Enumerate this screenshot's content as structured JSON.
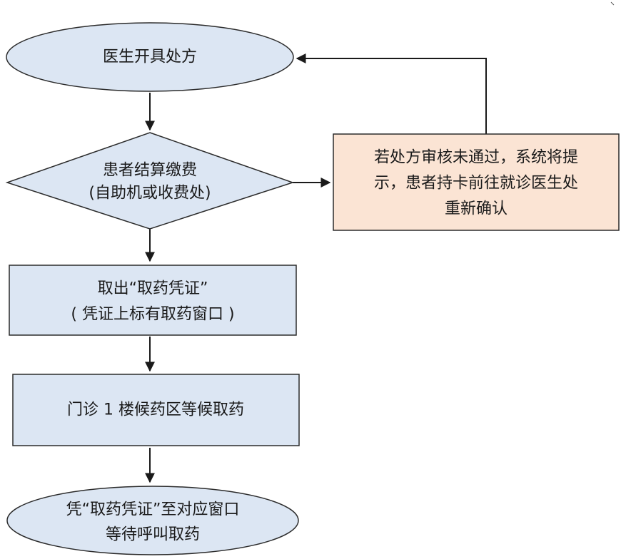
{
  "diagram": {
    "nodes": {
      "start": {
        "shape": "ellipse",
        "lines": [
          "医生开具处方"
        ]
      },
      "payment": {
        "shape": "diamond",
        "lines": [
          "患者结算缴费",
          "(自助机或收费处)"
        ]
      },
      "review_fail": {
        "shape": "rectangle",
        "lines": [
          "若处方审核未通过，系统将提",
          "示，患者持卡前往就诊医生处",
          "重新确认"
        ]
      },
      "voucher": {
        "shape": "rectangle",
        "lines": [
          "取出“取药凭证”",
          "( 凭证上标有取药窗口 )"
        ]
      },
      "waiting_area": {
        "shape": "rectangle",
        "lines": [
          "门诊 1 楼候药区等候取药"
        ]
      },
      "end": {
        "shape": "ellipse",
        "lines": [
          "凭“取药凭证”至对应窗口",
          "等待呼叫取药"
        ]
      }
    },
    "edges": [
      {
        "from": "start",
        "to": "payment"
      },
      {
        "from": "payment",
        "to": "review_fail"
      },
      {
        "from": "review_fail",
        "to": "start"
      },
      {
        "from": "payment",
        "to": "voucher"
      },
      {
        "from": "voucher",
        "to": "waiting_area"
      },
      {
        "from": "waiting_area",
        "to": "end"
      }
    ],
    "colors": {
      "process_fill": "#dce6f3",
      "exception_fill": "#fbe4d4",
      "outline": "#2b2b2b",
      "arrow": "#1a1a1a"
    }
  }
}
